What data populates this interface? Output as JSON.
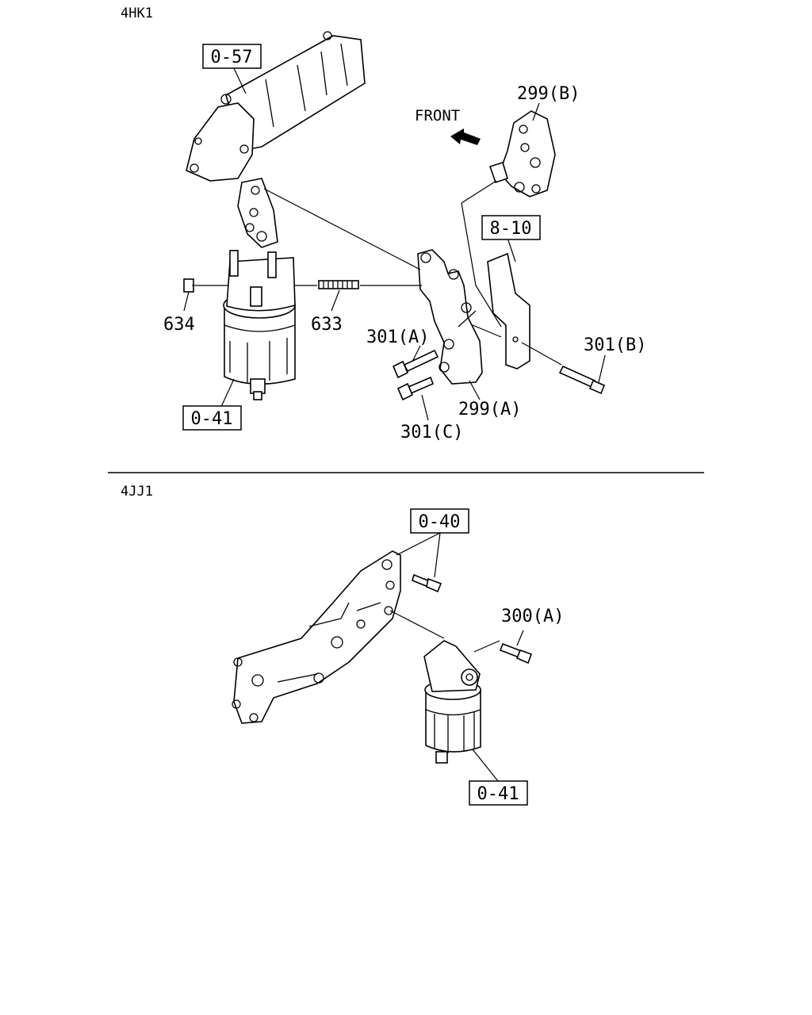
{
  "sections": {
    "top_engine": "4HK1",
    "bottom_engine": "4JJ1"
  },
  "direction_label": "FRONT",
  "callouts": {
    "ref_0_57": "0-57",
    "ref_8_10": "8-10",
    "ref_0_41_top": "0-41",
    "ref_0_40": "0-40",
    "ref_0_41_bottom": "0-41",
    "p299b": "299(B)",
    "p299a": "299(A)",
    "p634": "634",
    "p633": "633",
    "p301a": "301(A)",
    "p301b": "301(B)",
    "p301c": "301(C)",
    "p300a": "300(A)"
  }
}
